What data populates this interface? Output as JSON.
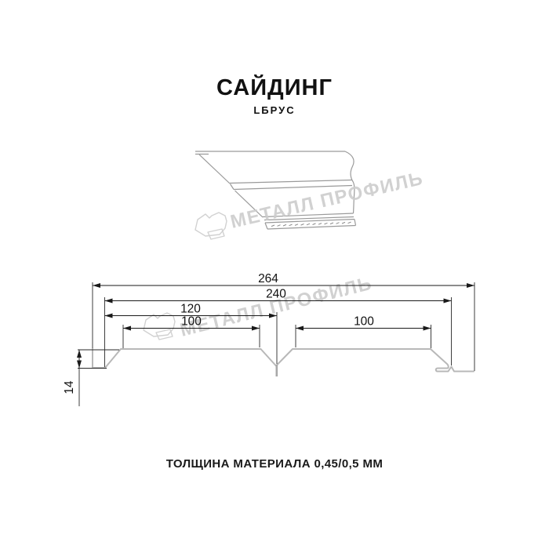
{
  "header": {
    "title": "САЙДИНГ",
    "subtitle": "LБРУС"
  },
  "watermark": {
    "text": "МЕТАЛЛ ПРОФИЛЬ",
    "color": "#cdcdcd"
  },
  "dimensions": {
    "overall_width": "264",
    "cover_width": "240",
    "left_module": "120",
    "left_panel": "100",
    "right_panel": "100",
    "profile_height": "14"
  },
  "footer": {
    "note": "ТОЛЩИНА МАТЕРИАЛА 0,45/0,5 ММ"
  },
  "colors": {
    "background": "#ffffff",
    "text": "#1a1a1a",
    "dimension_lines": "#1a1a1a",
    "profile_outline": "#b8b8b8",
    "sketch_outline": "#9a9a9a",
    "watermark": "#cdcdcd"
  }
}
